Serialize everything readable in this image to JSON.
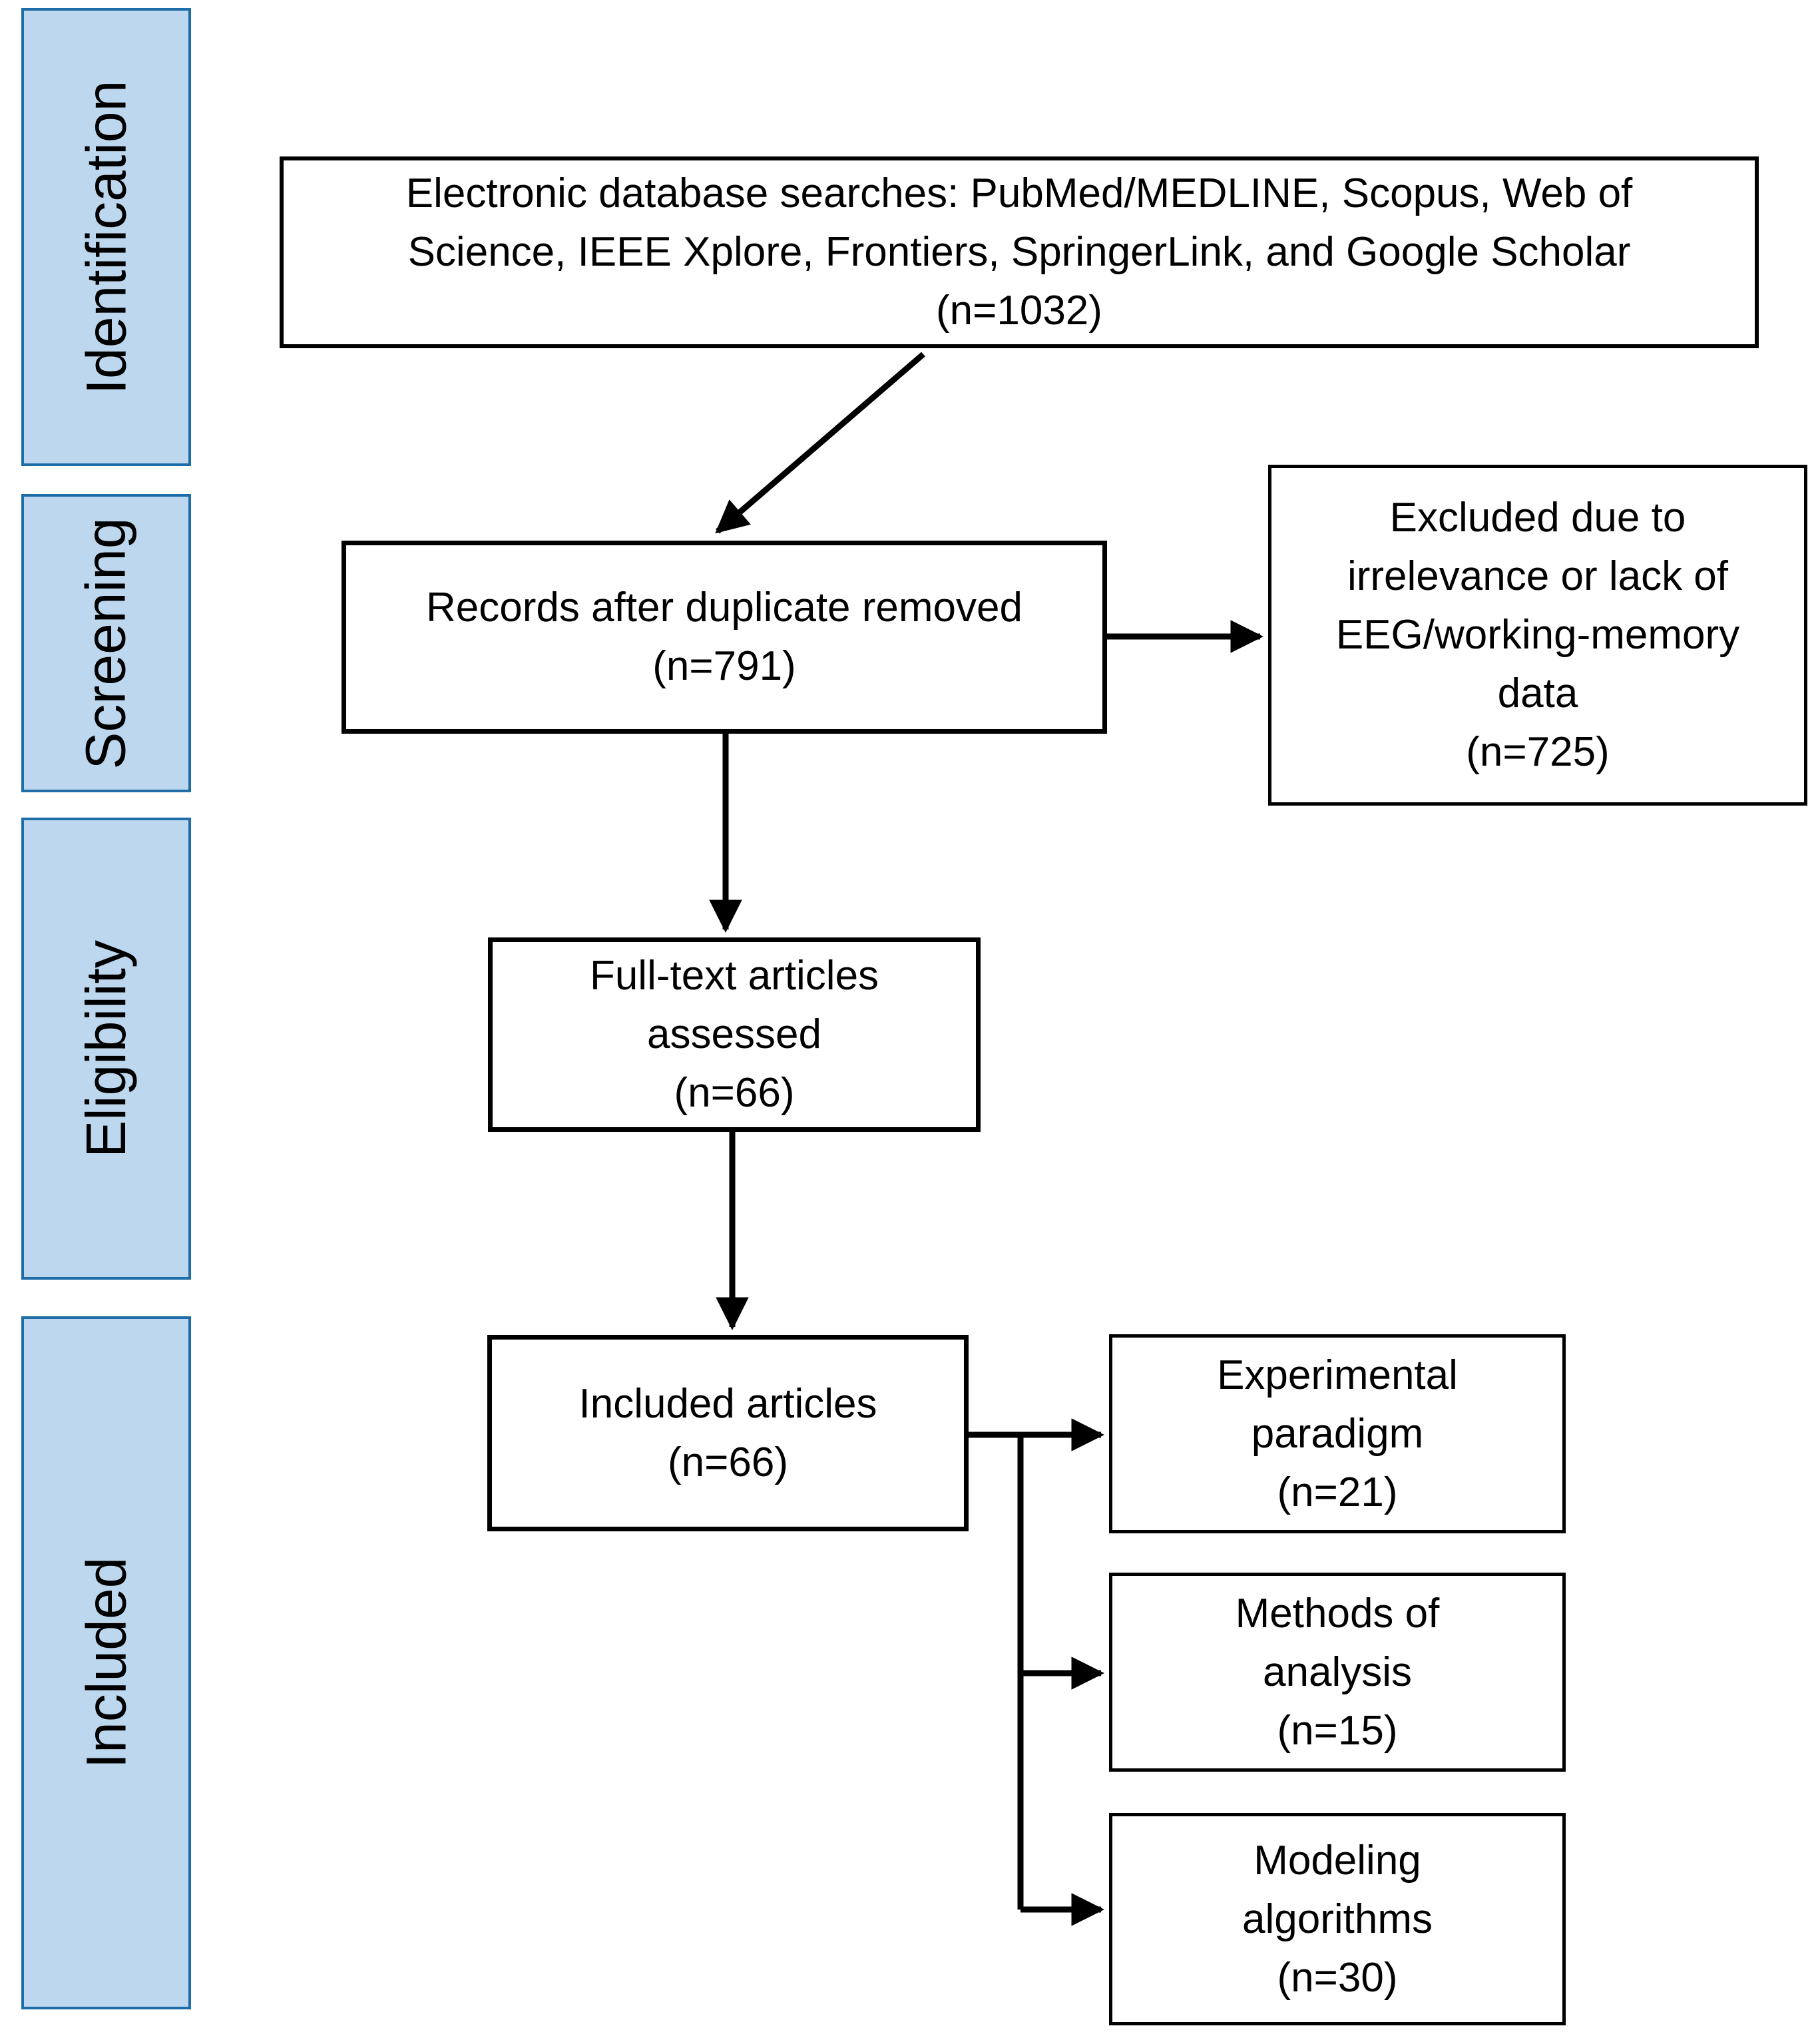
{
  "sidebar": {
    "stages": [
      {
        "label": "Identification"
      },
      {
        "label": "Screening"
      },
      {
        "label": "Eligibility"
      },
      {
        "label": "Included"
      }
    ]
  },
  "boxes": {
    "database": {
      "lines": [
        "Electronic database searches: PubMed/MEDLINE, Scopus, Web of",
        "Science, IEEE Xplore, Frontiers, SpringerLink, and Google Scholar",
        "(n=1032)"
      ],
      "count": 1032
    },
    "records": {
      "lines": [
        "Records after duplicate removed",
        "(n=791)"
      ],
      "count": 791
    },
    "excluded": {
      "lines": [
        "Excluded due to",
        "irrelevance or lack of",
        "EEG/working-memory",
        "data",
        "(n=725)"
      ],
      "count": 725
    },
    "fulltext": {
      "lines": [
        "Full-text articles",
        "assessed",
        "(n=66)"
      ],
      "count": 66
    },
    "included_articles": {
      "lines": [
        "Included articles",
        "(n=66)"
      ],
      "count": 66
    },
    "experimental": {
      "lines": [
        "Experimental",
        "paradigm",
        "(n=21)"
      ],
      "count": 21
    },
    "methods": {
      "lines": [
        "Methods of",
        "analysis",
        "(n=15)"
      ],
      "count": 15
    },
    "modeling": {
      "lines": [
        "Modeling",
        "algorithms",
        "(n=30)"
      ],
      "count": 30
    }
  },
  "colors": {
    "sidebar_fill": "#BDD7EE",
    "sidebar_border": "#1F6DA8",
    "box_border": "#000000",
    "arrow": "#000000",
    "text": "#000000",
    "background": "#FFFFFF"
  }
}
